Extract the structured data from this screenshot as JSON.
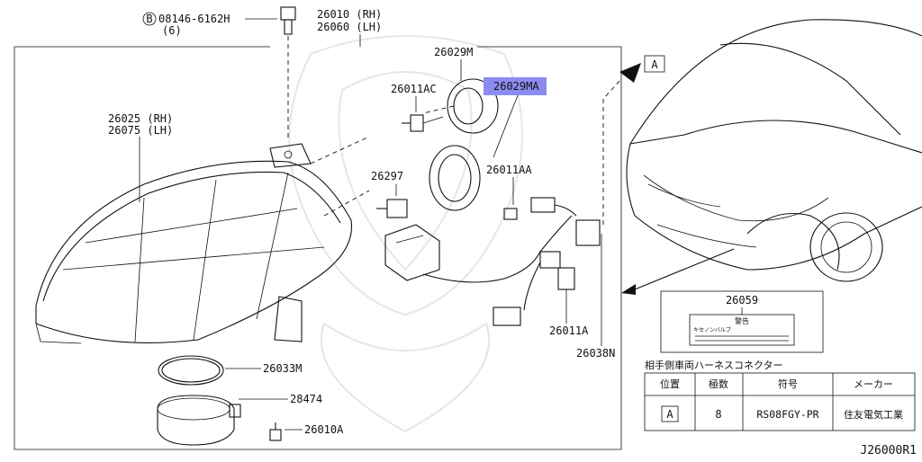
{
  "labels": {
    "bolt_code": "08146-6162H",
    "bolt_circle": "B",
    "bolt_qty": "(6)",
    "assy_rh": "26010 (RH)",
    "assy_lh": "26060 (LH)",
    "housing_rh": "26025 (RH)",
    "housing_lh": "26075 (LH)",
    "socket_m": "26029M",
    "socket_ma": "26029MA",
    "bulb_ac": "26011AC",
    "bulb_aa": "26011AA",
    "bulb_a": "26011A",
    "part_26297": "26297",
    "gasket": "26033M",
    "part_28474": "28474",
    "screw": "26010A",
    "harness": "26038N",
    "label_caution": "26059",
    "ref_a": "A",
    "drawing_no": "J26000R1"
  },
  "caution_label": {
    "title": "26059",
    "warning_text": "警告",
    "sub_text": "キセノンバルブ"
  },
  "connector_table": {
    "title": "相手側車両ハーネスコネクター",
    "headers": [
      "位置",
      "極数",
      "符号",
      "メーカー"
    ],
    "rows": [
      {
        "position": "A",
        "poles": "8",
        "code": "RS08FGY-PR",
        "maker": "住友電気工業"
      }
    ]
  },
  "colors": {
    "line": "#111111",
    "highlight": "#8c8cf0",
    "watermark": "#e6e6e6"
  }
}
